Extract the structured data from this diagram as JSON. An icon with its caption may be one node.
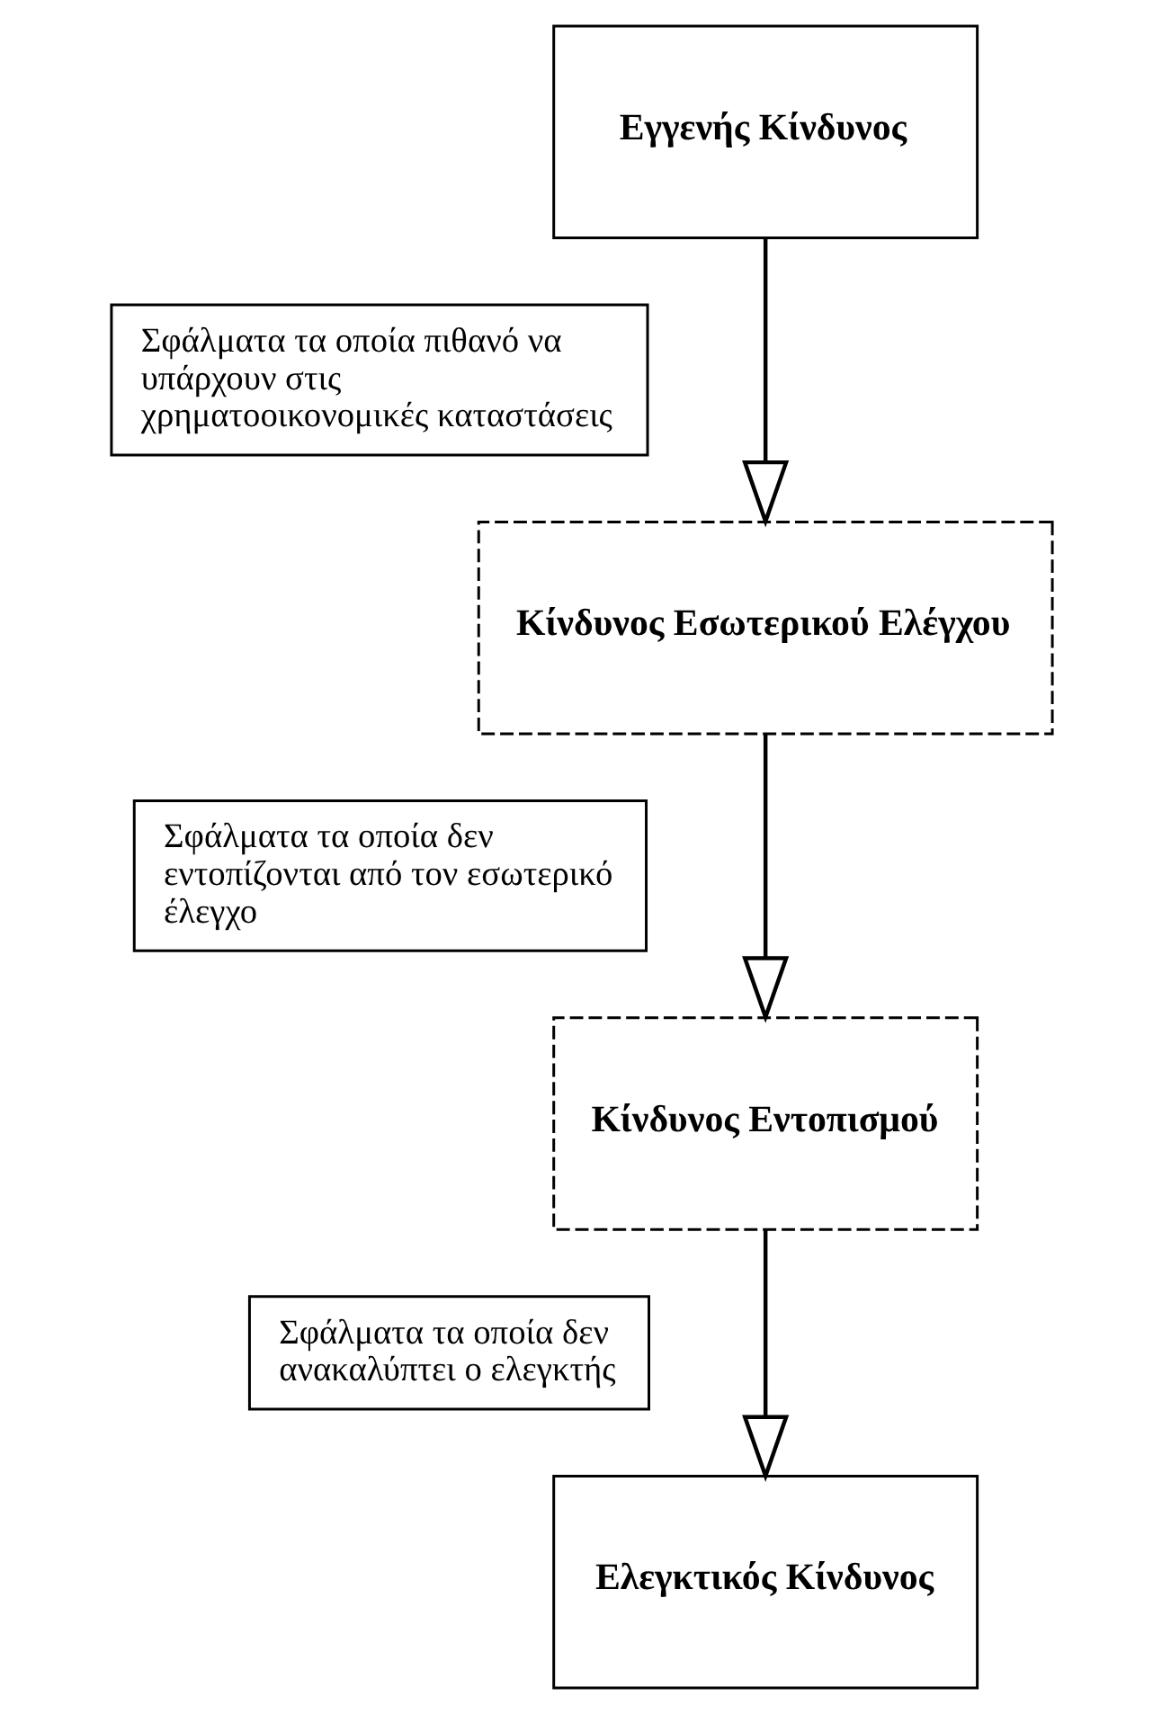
{
  "diagram": {
    "nodes": [
      {
        "text": [
          "Εγγενής Κίνδυνος"
        ]
      },
      {
        "text": [
          "Σφάλματα τα οποία πιθανό να υπάρχουν στις χρηματοοικονομικές καταστάσεις"
        ]
      },
      {
        "text": [
          "Κίνδυνος Εσωτερικού Ελέγχου"
        ]
      },
      {
        "text": [
          "Σφάλματα τα οποία δεν εντοπίζονται από τον εσωτερικό έλεγχο"
        ]
      },
      {
        "text": [
          "Κίνδυνος Εντοπισμού"
        ]
      },
      {
        "text": [
          "Σφάλματα τα οποία δεν ανακαλύπτει ο ελεγκτής"
        ]
      },
      {
        "text": [
          "Ελεγκτικός Κίνδυνος"
        ]
      }
    ],
    "edges": [
      {
        "from": 0,
        "to": 2,
        "arrow": "to"
      },
      {
        "from": 2,
        "to": 4,
        "arrow": "to"
      },
      {
        "from": 4,
        "to": 6,
        "arrow": "to"
      }
    ]
  }
}
